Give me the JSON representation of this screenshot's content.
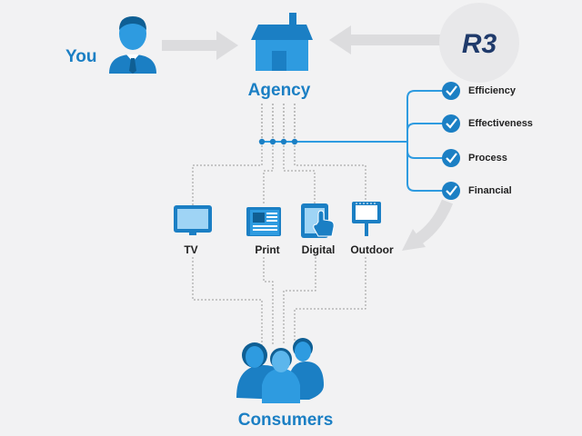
{
  "you": {
    "label": "You"
  },
  "agency": {
    "label": "Agency"
  },
  "r3": {
    "logo_text": "R3"
  },
  "benefits": [
    {
      "label": "Efficiency"
    },
    {
      "label": "Effectiveness"
    },
    {
      "label": "Process"
    },
    {
      "label": "Financial"
    }
  ],
  "channels": [
    {
      "label": "TV",
      "icon": "tv-icon"
    },
    {
      "label": "Print",
      "icon": "newspaper-icon"
    },
    {
      "label": "Digital",
      "icon": "tablet-touch-icon"
    },
    {
      "label": "Outdoor",
      "icon": "billboard-icon"
    }
  ],
  "consumers": {
    "label": "Consumers"
  },
  "colors": {
    "primary": "#1b7fc4",
    "light_blue": "#2e9be0",
    "dark_blue": "#0f5f94",
    "arrow_gray": "#dcdcde",
    "background": "#f2f2f3"
  }
}
